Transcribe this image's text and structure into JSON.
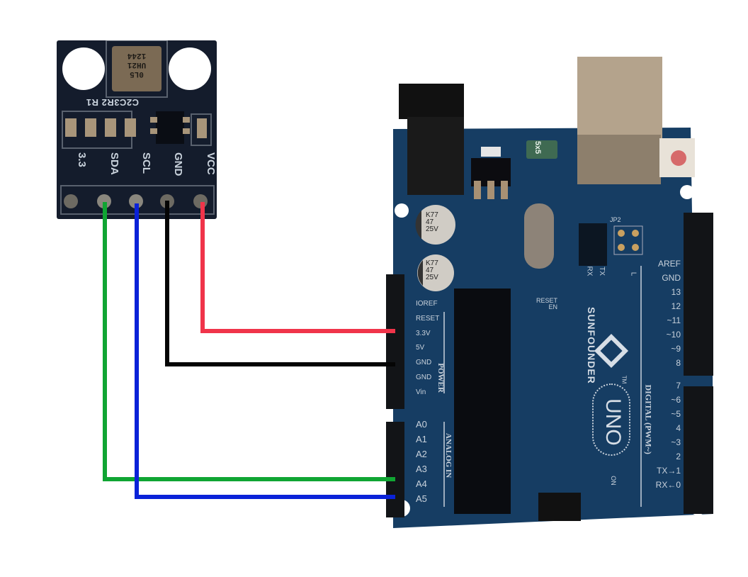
{
  "sensor_module": {
    "chip_marking": [
      "1244",
      "UH21",
      "0L5"
    ],
    "component_labels": "C2C3R2 R1",
    "pins": [
      "3.3",
      "SDA",
      "SCL",
      "GND",
      "VCC"
    ]
  },
  "arduino": {
    "brand": "SUNFOUNDER",
    "model": "UNO",
    "trademark": "TM",
    "fuse_label": "5x5",
    "capacitor_labels": [
      "K77",
      "47",
      "25V"
    ],
    "jumper_label": "JP2",
    "led_labels": [
      "RX",
      "TX",
      "L",
      "ON"
    ],
    "reset_en_label": [
      "RESET",
      "EN"
    ],
    "power_header": {
      "title": "POWER",
      "pins": [
        "IOREF",
        "RESET",
        "3.3V",
        "5V",
        "GND",
        "GND",
        "Vin"
      ]
    },
    "analog_header": {
      "title": "ANALOG IN",
      "pins": [
        "A0",
        "A1",
        "A2",
        "A3",
        "A4",
        "A5"
      ]
    },
    "digital_header": {
      "title": "DIGITAL (PWM~)",
      "pins": [
        "AREF",
        "GND",
        "13",
        "12",
        "~11",
        "~10",
        "~9",
        "8",
        "7",
        "~6",
        "~5",
        "4",
        "~3",
        "2",
        "TX→1",
        "RX←0"
      ]
    }
  },
  "wires": [
    {
      "from": "VCC",
      "to": "3.3V",
      "color": "#f0344a"
    },
    {
      "from": "GND",
      "to": "GND",
      "color": "#050505"
    },
    {
      "from": "SDA",
      "to": "A4",
      "color": "#10a533"
    },
    {
      "from": "SCL",
      "to": "A5",
      "color": "#0a22d8"
    }
  ],
  "colors": {
    "pcb": "#163d63",
    "pcb_dark": "#0f2a47",
    "module_pcb": "#141c2c"
  }
}
